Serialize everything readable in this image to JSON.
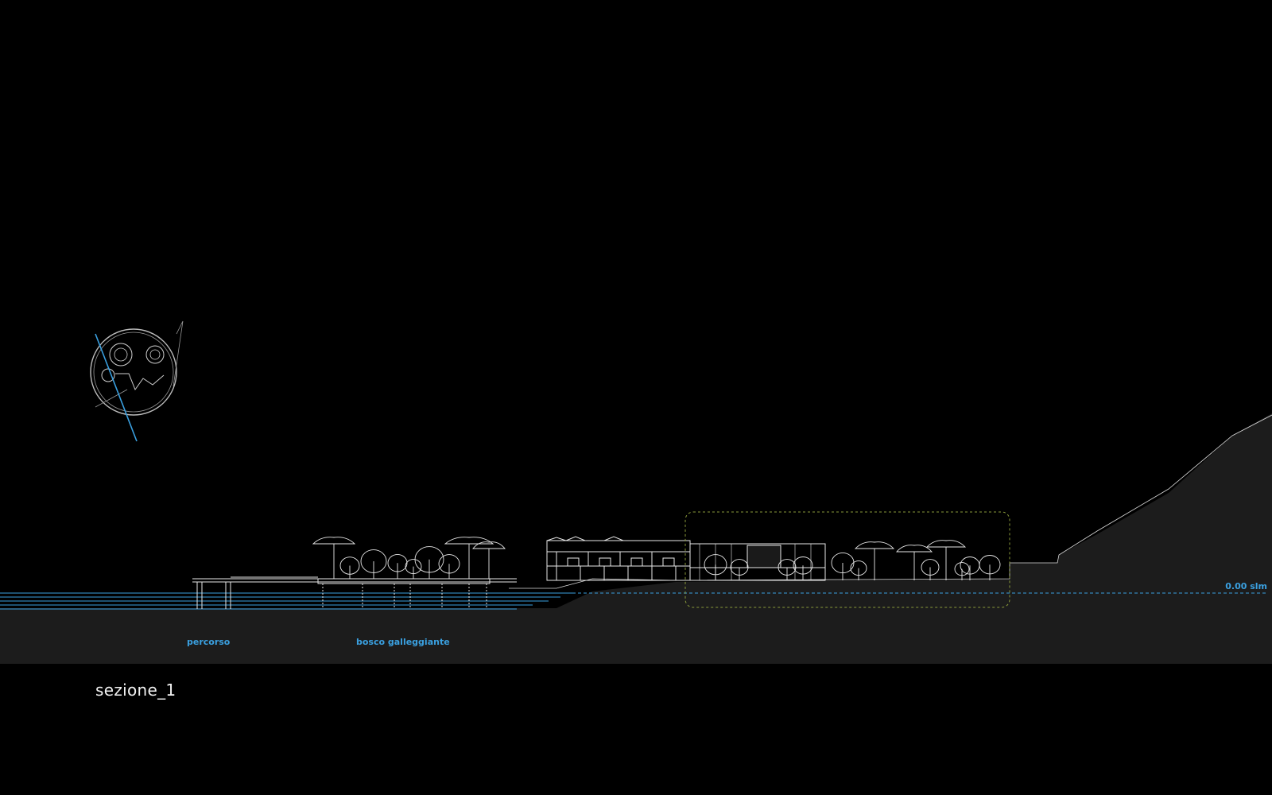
{
  "labels": {
    "percorso": "percorso",
    "bosco": "bosco galleggiante",
    "level": "0.00 slm"
  },
  "caption": "sezione_1",
  "colors": {
    "background": "#000000",
    "ground": "#1c1c1c",
    "line": "#e8e8e8",
    "accent_blue": "#3aa0e0",
    "highlight_dash": "#8a9a3a"
  },
  "icons": [
    "key-plan-icon"
  ]
}
